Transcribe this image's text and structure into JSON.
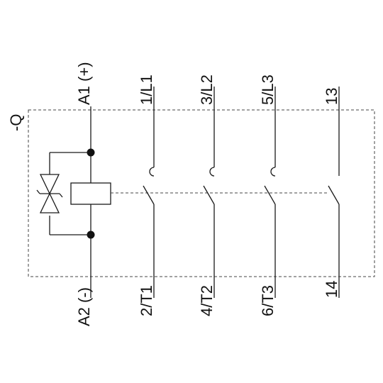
{
  "device": {
    "designation": "-Q"
  },
  "coil": {
    "top_terminal": "A1 (+)",
    "bottom_terminal": "A2 (-)"
  },
  "main_contacts": [
    {
      "top": "1/L1",
      "bottom": "2/T1"
    },
    {
      "top": "3/L2",
      "bottom": "4/T2"
    },
    {
      "top": "5/L3",
      "bottom": "6/T3"
    }
  ],
  "aux_contact": {
    "top": "13",
    "bottom": "14"
  }
}
